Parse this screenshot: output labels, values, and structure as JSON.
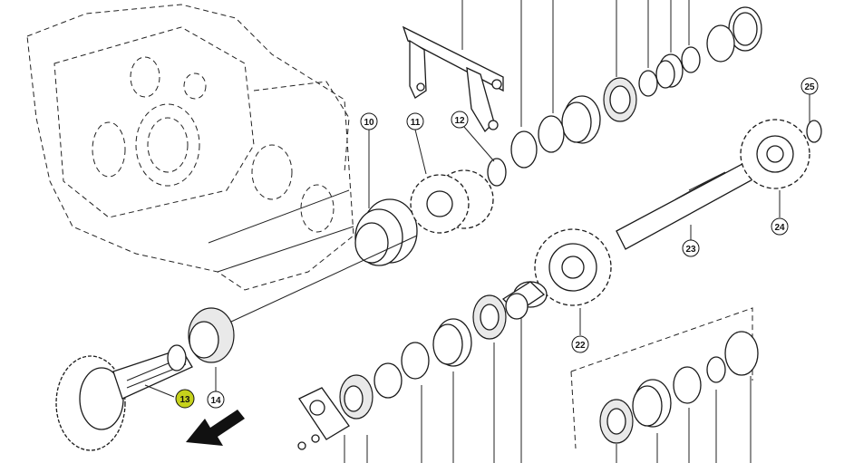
{
  "diagram": {
    "highlight_color": "#c6d21c",
    "callouts": [
      {
        "id": "c10",
        "label": "10",
        "highlighted": false
      },
      {
        "id": "c11",
        "label": "11",
        "highlighted": false
      },
      {
        "id": "c12",
        "label": "12",
        "highlighted": false
      },
      {
        "id": "c13",
        "label": "13",
        "highlighted": true
      },
      {
        "id": "c14",
        "label": "14",
        "highlighted": false
      },
      {
        "id": "c22",
        "label": "22",
        "highlighted": false
      },
      {
        "id": "c23",
        "label": "23",
        "highlighted": false
      },
      {
        "id": "c24",
        "label": "24",
        "highlighted": false
      },
      {
        "id": "c25",
        "label": "25",
        "highlighted": false
      }
    ],
    "icons": [
      "direction-arrow-icon"
    ]
  }
}
